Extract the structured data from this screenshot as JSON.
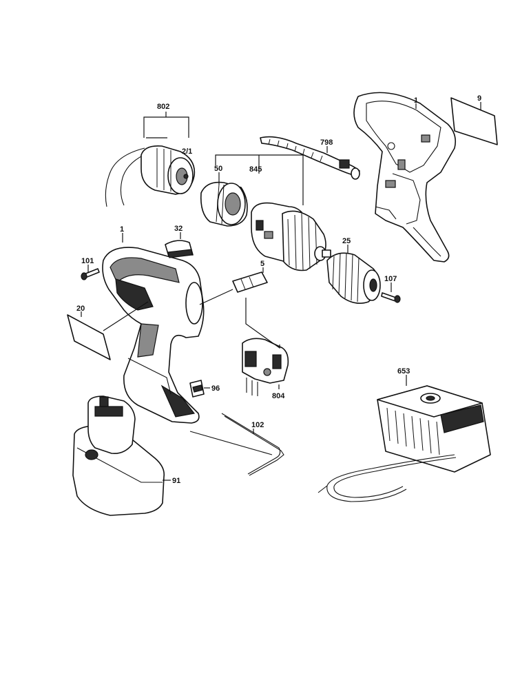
{
  "labels": {
    "p1_top": "1",
    "p9": "9",
    "p802": "802",
    "p2_1": "2/1",
    "p798": "798",
    "p845": "845",
    "p50": "50",
    "p1_left": "1",
    "p32": "32",
    "p25": "25",
    "p101": "101",
    "p5": "5",
    "p107": "107",
    "p20": "20",
    "p96": "96",
    "p804": "804",
    "p653": "653",
    "p102": "102",
    "p91": "91"
  },
  "colors": {
    "line": "#111111",
    "shade_dark": "#2a2a2a",
    "shade_mid": "#8a8a8a",
    "paper": "#ffffff"
  }
}
